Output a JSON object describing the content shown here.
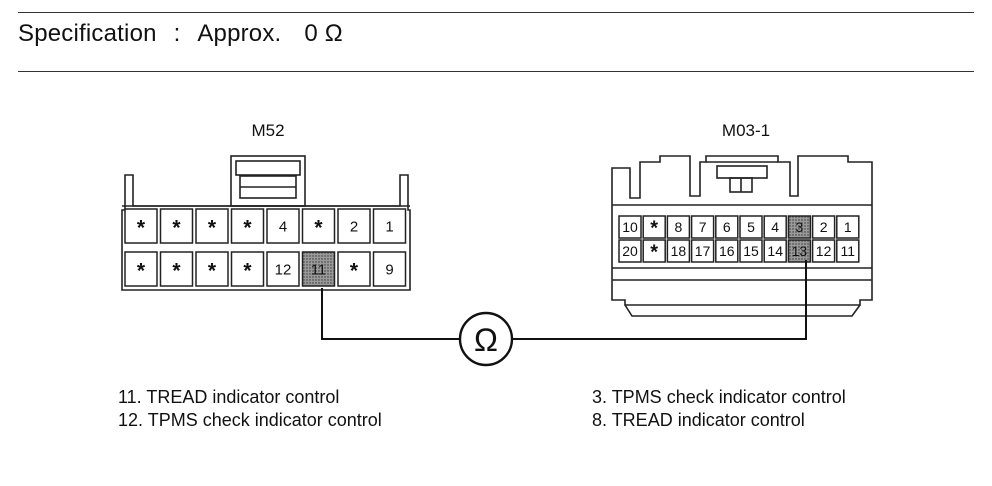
{
  "specification": {
    "label": "Specification",
    "separator": ":",
    "value_prefix": "Approx.",
    "value": "0 Ω"
  },
  "connectors": {
    "m52": {
      "name": "M52",
      "row1": [
        "*",
        "*",
        "*",
        "*",
        "4",
        "*",
        "2",
        "1"
      ],
      "row2": [
        "*",
        "*",
        "*",
        "*",
        "12",
        "11",
        "*",
        "9"
      ]
    },
    "m03": {
      "name": "M03-1",
      "row1": [
        "10",
        "*",
        "8",
        "7",
        "6",
        "5",
        "4",
        "3",
        "2",
        "1"
      ],
      "row2": [
        "20",
        "*",
        "18",
        "17",
        "16",
        "15",
        "14",
        "13",
        "12",
        "11"
      ]
    }
  },
  "meter": {
    "symbol": "Ω"
  },
  "legend_left": [
    "11. TREAD indicator control",
    "12. TPMS check indicator control"
  ],
  "legend_right": [
    "3. TPMS check indicator control",
    "8. TREAD indicator control"
  ]
}
